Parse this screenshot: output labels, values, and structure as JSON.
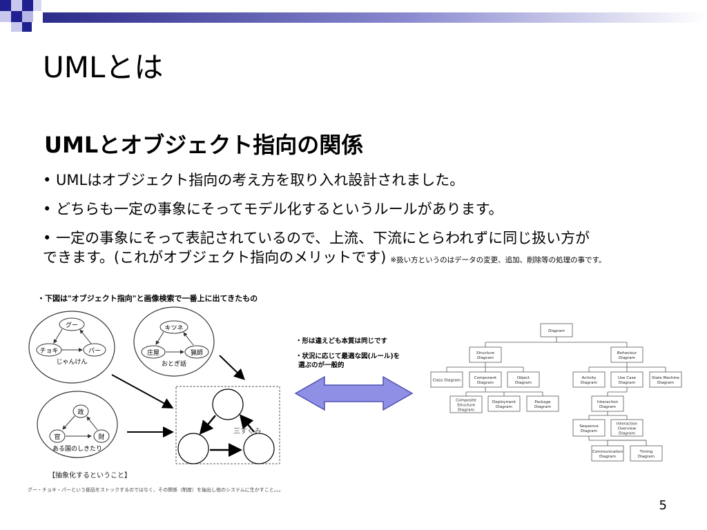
{
  "slide": {
    "title": "UMLとは",
    "subtitle": "UMLとオブジェクト指向の関係",
    "bullets": [
      "• UMLはオブジェクト指向の考え方を取り入れ設計されました。",
      "• どちらも一定の事象にそってモデル化するというルールがあります。",
      "• 一定の事象にそって表記されているので、上流、下流にとらわれずに同じ扱い方が"
    ],
    "bullet3_line2": "できます。(これがオブジェクト指向のメリットです)",
    "bullet3_note": "※扱い方というのはデータの変更、追加、削除等の処理の事です。",
    "page_number": "5"
  },
  "figure": {
    "caption": "・下図は\"オブジェクト指向\"と画像検索で一番上に出てきたもの",
    "left_diagram": {
      "janken": {
        "nodes": [
          "グー",
          "チョキ",
          "パー"
        ],
        "label": "じゃんけん"
      },
      "otogibanashi": {
        "nodes": [
          "キツネ",
          "庄屋",
          "猟師"
        ],
        "label": "おとぎ話"
      },
      "country": {
        "nodes": [
          "政",
          "官",
          "財"
        ],
        "label": "ある国のしきたり"
      },
      "result_label": "三すくみ",
      "footer_title": "【抽象化するということ】",
      "footer_text": "グー・チョキ・パーという部品をストックするのではなく、その関係（制度）を抽出し他のシステムに生かすこと。。。"
    },
    "notes": [
      "・形は違えども本質は同じです",
      "・状況に応じて最適な図(ルール)を",
      "選ぶのが一般的"
    ],
    "uml_tree": {
      "root": "Diagram",
      "structure": "Structure\nDiagram",
      "behaviour": "Behaviour\nDiagram",
      "structure_children": [
        "Class Diagram",
        "Component\nDiagram",
        "Object\nDiagram"
      ],
      "structure_sub": [
        "Composite\nStructure\nDiagram",
        "Deployment\nDiagram",
        "Package\nDiagram"
      ],
      "behaviour_children": [
        "Activity\nDiagram",
        "Use Case\nDiagram",
        "State Machine\nDiagram"
      ],
      "interaction": "Interaction\nDiagram",
      "interaction_children": [
        "Sequence\nDiagram",
        "Interaction\nOverview\nDiagram"
      ],
      "interaction_sub": [
        "Communication\nDiagram",
        "Timing\nDiagram"
      ]
    }
  },
  "colors": {
    "navy": "#1f1f8f",
    "grad_start": "#2b2b8a",
    "arrow_fill": "#8f8fe6",
    "arrow_stroke": "#5050b0"
  }
}
